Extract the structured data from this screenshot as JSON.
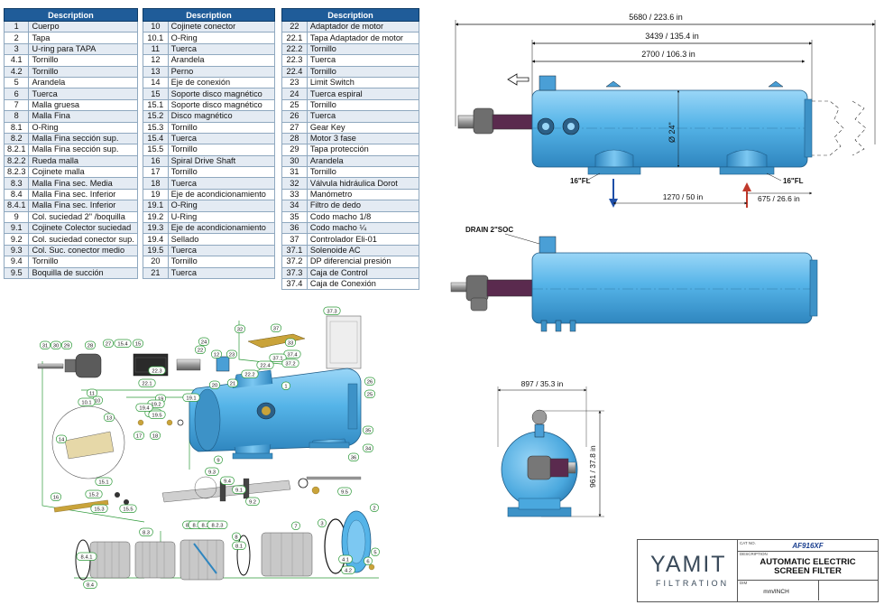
{
  "tables": {
    "header": "Description",
    "col1": [
      [
        "1",
        "Cuerpo"
      ],
      [
        "2",
        "Tapa"
      ],
      [
        "3",
        "U-ring para TAPA"
      ],
      [
        "4.1",
        "Tornillo"
      ],
      [
        "4.2",
        "Tornillo"
      ],
      [
        "5",
        "Arandela"
      ],
      [
        "6",
        "Tuerca"
      ],
      [
        "7",
        "Malla gruesa"
      ],
      [
        "8",
        "Malla Fina"
      ],
      [
        "8.1",
        "O-Ring"
      ],
      [
        "8.2",
        "Malla Fina sección sup."
      ],
      [
        "8.2.1",
        "Malla Fina sección sup."
      ],
      [
        "8.2.2",
        "Rueda malla"
      ],
      [
        "8.2.3",
        "Cojinete malla"
      ],
      [
        "8.3",
        "Malla Fina sec. Media"
      ],
      [
        "8.4",
        "Malla Fina sec. Inferior"
      ],
      [
        "8.4.1",
        "Malla Fina sec. Inferior"
      ],
      [
        "9",
        "Col. suciedad 2\" /boquilla"
      ],
      [
        "9.1",
        "Cojinete Colector suciedad"
      ],
      [
        "9.2",
        "Col. suciedad conector sup."
      ],
      [
        "9.3",
        "Col. Suc. conector medio"
      ],
      [
        "9.4",
        "Tornillo"
      ],
      [
        "9.5",
        "Boquilla de succión"
      ]
    ],
    "col2": [
      [
        "10",
        "Cojinete conector"
      ],
      [
        "10.1",
        "O-Ring"
      ],
      [
        "11",
        "Tuerca"
      ],
      [
        "12",
        "Arandela"
      ],
      [
        "13",
        "Perno"
      ],
      [
        "14",
        "Eje de conexión"
      ],
      [
        "15",
        "Soporte disco magnético"
      ],
      [
        "15.1",
        "Soporte disco magnético"
      ],
      [
        "15.2",
        "Disco magnético"
      ],
      [
        "15.3",
        "Tornillo"
      ],
      [
        "15.4",
        "Tuerca"
      ],
      [
        "15.5",
        "Tornillo"
      ],
      [
        "16",
        "Spiral Drive Shaft"
      ],
      [
        "17",
        "Tornillo"
      ],
      [
        "18",
        "Tuerca"
      ],
      [
        "19",
        "Eje de acondicionamiento"
      ],
      [
        "19.1",
        "O-Ring"
      ],
      [
        "19.2",
        "U-Ring"
      ],
      [
        "19.3",
        "Eje de acondicionamiento"
      ],
      [
        "19.4",
        "Sellado"
      ],
      [
        "19.5",
        "Tuerca"
      ],
      [
        "20",
        "Tornillo"
      ],
      [
        "21",
        "Tuerca"
      ]
    ],
    "col3": [
      [
        "22",
        "Adaptador de motor"
      ],
      [
        "22.1",
        "Tapa Adaptador de motor"
      ],
      [
        "22.2",
        "Tornillo"
      ],
      [
        "22.3",
        "Tuerca"
      ],
      [
        "22.4",
        "Tornillo"
      ],
      [
        "23",
        "Limit Switch"
      ],
      [
        "24",
        "Tuerca espiral"
      ],
      [
        "25",
        "Tornillo"
      ],
      [
        "26",
        "Tuerca"
      ],
      [
        "27",
        "Gear Key"
      ],
      [
        "28",
        "Motor 3 fase"
      ],
      [
        "29",
        "Tapa protección"
      ],
      [
        "30",
        "Arandela"
      ],
      [
        "31",
        "Tornillo"
      ],
      [
        "32",
        "Válvula  hidráulica Dorot"
      ],
      [
        "33",
        "Manómetro"
      ],
      [
        "34",
        "Filtro de dedo"
      ],
      [
        "35",
        "Codo macho 1/8"
      ],
      [
        "36",
        "Codo macho ¼"
      ],
      [
        "37",
        "Controlador Eli-01"
      ],
      [
        "37.1",
        "Solenoide AC"
      ],
      [
        "37.2",
        "DP diferencial presión"
      ],
      [
        "37.3",
        "Caja de Control"
      ],
      [
        "37.4",
        "Caja de Conexión"
      ]
    ]
  },
  "dimensions": {
    "overall": "5680 / 223.6 in",
    "mid": "3439 / 135.4 in",
    "body": "2700 / 106.3 in",
    "diameter": "Ø 24\"",
    "flange_left": "16\"FL",
    "flange_right": "16\"FL",
    "flange_spacing": "1270 / 50 in",
    "right_offset": "675 / 26.6 in",
    "drain": "DRAIN 2\"SOC",
    "width": "897 / 35.3 in",
    "height": "961 / 37.8 in"
  },
  "explode_labels": [
    {
      "t": "31"
    },
    {
      "t": "30"
    },
    {
      "t": "29"
    },
    {
      "t": "28"
    },
    {
      "t": "27"
    },
    {
      "t": "15.4"
    },
    {
      "t": "15"
    },
    {
      "t": "24"
    },
    {
      "t": "22.3"
    },
    {
      "t": "22.1"
    },
    {
      "t": "22"
    },
    {
      "t": "20"
    },
    {
      "t": "21"
    },
    {
      "t": "23"
    },
    {
      "t": "22.2"
    },
    {
      "t": "22.4"
    },
    {
      "t": "37"
    },
    {
      "t": "32"
    },
    {
      "t": "33"
    },
    {
      "t": "37.4"
    },
    {
      "t": "37.1"
    },
    {
      "t": "37.2"
    },
    {
      "t": "37.3"
    },
    {
      "t": "26"
    },
    {
      "t": "25"
    },
    {
      "t": "12"
    },
    {
      "t": "11"
    },
    {
      "t": "10"
    },
    {
      "t": "10.1"
    },
    {
      "t": "19"
    },
    {
      "t": "19.1"
    },
    {
      "t": "19.2"
    },
    {
      "t": "19.3"
    },
    {
      "t": "19.4"
    },
    {
      "t": "19.5"
    },
    {
      "t": "17"
    },
    {
      "t": "18"
    },
    {
      "t": "13"
    },
    {
      "t": "14"
    },
    {
      "t": "15.1"
    },
    {
      "t": "15.3"
    },
    {
      "t": "15.2"
    },
    {
      "t": "15.5"
    },
    {
      "t": "16"
    },
    {
      "t": "1"
    },
    {
      "t": "35"
    },
    {
      "t": "36"
    },
    {
      "t": "34"
    },
    {
      "t": "9"
    },
    {
      "t": "9.1"
    },
    {
      "t": "9.2"
    },
    {
      "t": "9.3"
    },
    {
      "t": "9.4"
    },
    {
      "t": "9.5"
    },
    {
      "t": "8.4.1"
    },
    {
      "t": "8.4"
    },
    {
      "t": "8.3"
    },
    {
      "t": "8.2"
    },
    {
      "t": "8.2.1"
    },
    {
      "t": "8.2.2"
    },
    {
      "t": "8.2.3"
    },
    {
      "t": "8"
    },
    {
      "t": "8.1"
    },
    {
      "t": "7"
    },
    {
      "t": "3"
    },
    {
      "t": "2"
    },
    {
      "t": "4.1"
    },
    {
      "t": "4.2"
    },
    {
      "t": "5"
    },
    {
      "t": "6"
    }
  ],
  "titleblock": {
    "brand": "YAMIT",
    "brand_sub": "FILTRATION",
    "cat_label": "CAT NO.",
    "catalog_no": "AF916XF",
    "desc_label": "DESCRIPTION",
    "desc_line1": "AUTOMATIC ELECTRIC",
    "desc_line2": "SCREEN  FILTER",
    "dim_label": "DIM",
    "units": "mm/INCH"
  },
  "colors": {
    "vessel": "#55b4e8",
    "vessel_dark": "#2f86bf",
    "table_header": "#1f5c99",
    "label_green": "#2e9a3a",
    "dim_text": "#111111",
    "inlet_arrow": "#1e4fa8",
    "outlet_arrow": "#c0392b"
  }
}
